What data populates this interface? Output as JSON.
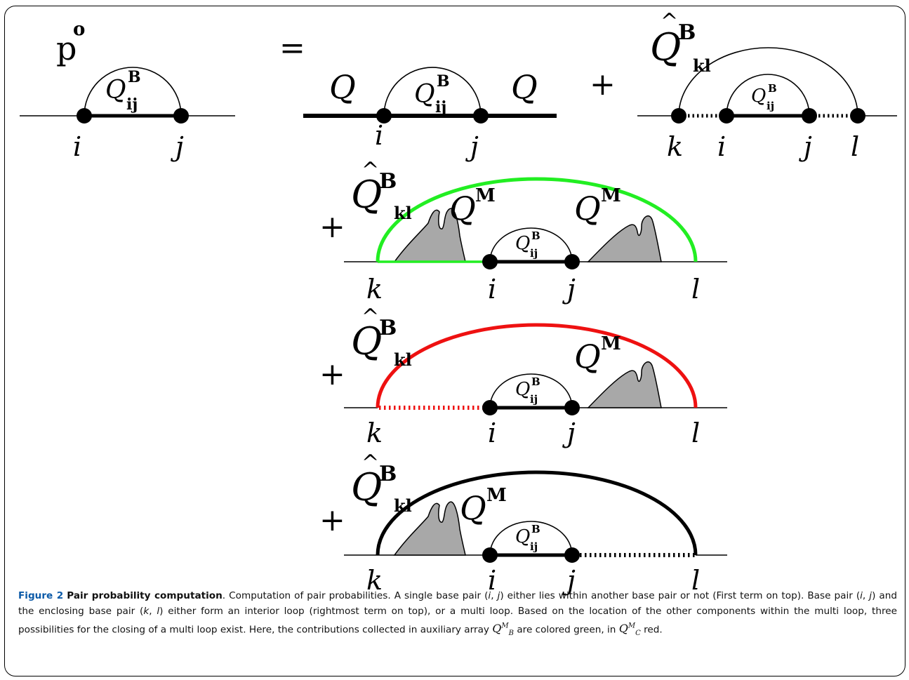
{
  "colors": {
    "green_arc": "#22ee22",
    "red_arc": "#ee1111",
    "gray_fill": "#a8a8a8",
    "caption_label": "#0b5aa8"
  },
  "diagram": {
    "lhs": {
      "symbol": "p",
      "superscript": "o"
    },
    "q_symbol": "Q",
    "qhat_symbol": "Q",
    "hat_mark": "^",
    "sup_b": "B",
    "sup_m": "M",
    "sub_ij": "ij",
    "sub_kl": "kl",
    "equals": "=",
    "plus": "+",
    "labels": {
      "i": "i",
      "j": "j",
      "k": "k",
      "l": "l"
    }
  },
  "caption": {
    "label": "Figure 2",
    "title": "Pair probability computation",
    "s1": ". Computation of pair probabilities. A single base pair (",
    "s2": ") either lies within another base pair or not (First term on top). Base pair (",
    "s3": ") and the enclosing base pair (",
    "s4": ") either form an interior loop (rightmost term on top), or a multi loop. Based on the location of the other components within the multi loop, three possibilities for the closing of a multi loop exist. Here, the contributions collected in auxiliary array ",
    "s5": " are colored green, in ",
    "s6": " red.",
    "var_i": "i",
    "var_j": "j",
    "var_k": "k",
    "var_l": "l",
    "sep": ", ",
    "arr_q": "Q",
    "arr_m": "M",
    "arr_b": "B",
    "arr_c": "C"
  }
}
